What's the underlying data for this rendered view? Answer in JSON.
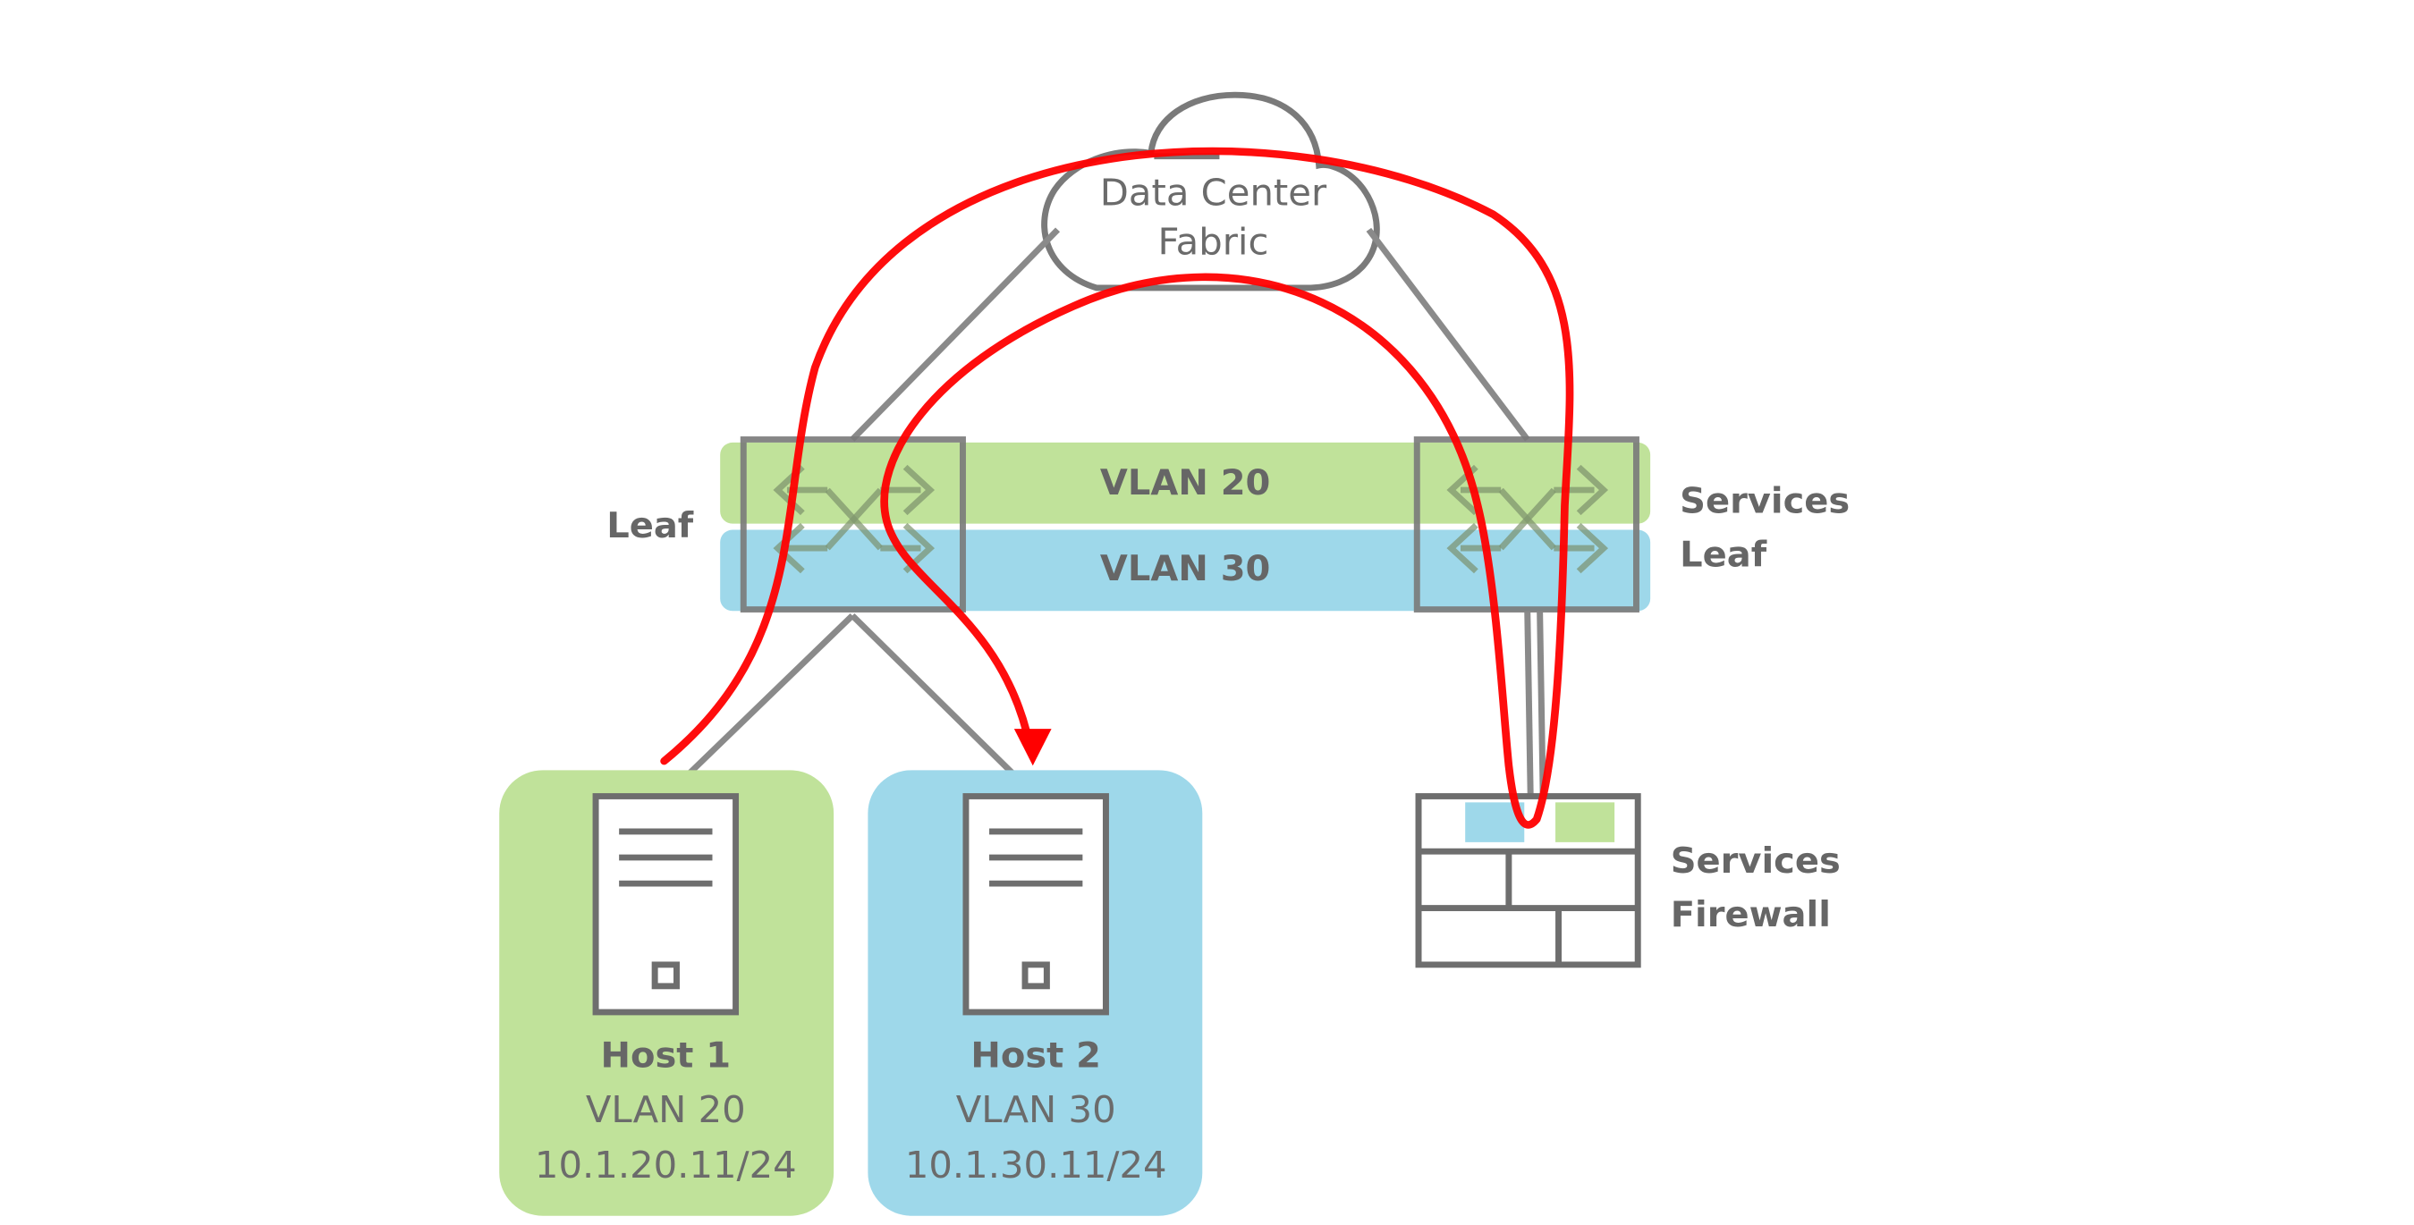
{
  "cloud": {
    "line1": "Data Center",
    "line2": "Fabric"
  },
  "vlan_bands": {
    "vlan20": "VLAN 20",
    "vlan30": "VLAN 30"
  },
  "leaf": {
    "label": "Leaf"
  },
  "services_leaf": {
    "line1": "Services",
    "line2": "Leaf"
  },
  "services_firewall": {
    "line1": "Services",
    "line2": "Firewall"
  },
  "hosts": [
    {
      "name": "Host 1",
      "vlan": "VLAN 20",
      "ip": "10.1.20.11/24"
    },
    {
      "name": "Host 2",
      "vlan": "VLAN 30",
      "ip": "10.1.30.11/24"
    }
  ],
  "colors": {
    "vlan20": "#c0e29a",
    "vlan30": "#9ed8ea",
    "traffic_path": "#ff0000",
    "device_stroke": "#7a7a7a"
  }
}
